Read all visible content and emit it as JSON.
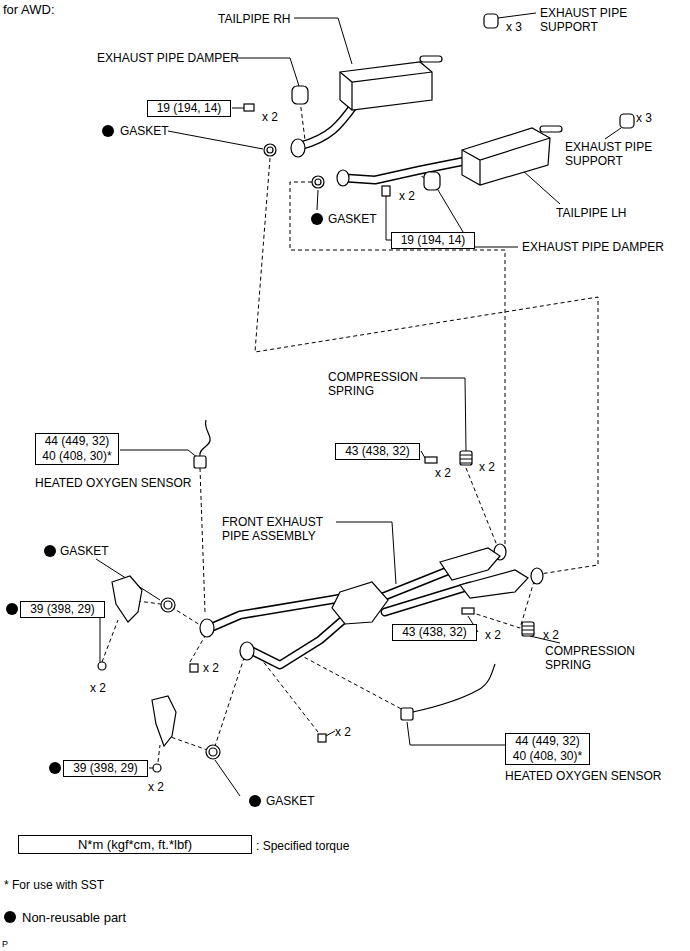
{
  "diagram": {
    "nodes": [
      {
        "text": [
          "19 (194, 14)"
        ]
      },
      {
        "text": [
          "19 (194, 14)"
        ]
      },
      {
        "text": [
          "43 (438, 32)"
        ]
      },
      {
        "text": [
          "44 (449, 32)",
          "40 (408, 30)*"
        ]
      },
      {
        "text": [
          "39 (398, 29)"
        ]
      },
      {
        "text": [
          "43 (438, 32)"
        ]
      },
      {
        "text": [
          "44 (449, 32)",
          "40 (408, 30)*"
        ]
      },
      {
        "text": [
          "39 (398, 29)"
        ]
      },
      {
        "text": [
          "N*m (kgf*cm, ft.*lbf)"
        ]
      }
    ],
    "labels": [
      "for AWD:",
      "TAILPIPE RH",
      "EXHAUST PIPE SUPPORT",
      "x 3",
      "EXHAUST PIPE DAMPER",
      "x 2",
      "GASKET",
      "EXHAUST PIPE SUPPORT",
      "x 3",
      "GASKET",
      "x 2",
      "TAILPIPE LH",
      "EXHAUST PIPE DAMPER",
      "COMPRESSION SPRING",
      "x 2",
      "x 2",
      "HEATED OXYGEN SENSOR",
      "FRONT EXHAUST PIPE ASSEMBLY",
      "GASKET",
      "x 2",
      "x 2",
      "x 2",
      "x 2",
      "COMPRESSION SPRING",
      "x 2",
      "HEATED OXYGEN SENSOR",
      "x 2",
      "GASKET",
      ": Specified torque",
      "* For use with SST",
      "P"
    ],
    "legend": [
      {
        "text": "Non-reusable part"
      }
    ]
  }
}
